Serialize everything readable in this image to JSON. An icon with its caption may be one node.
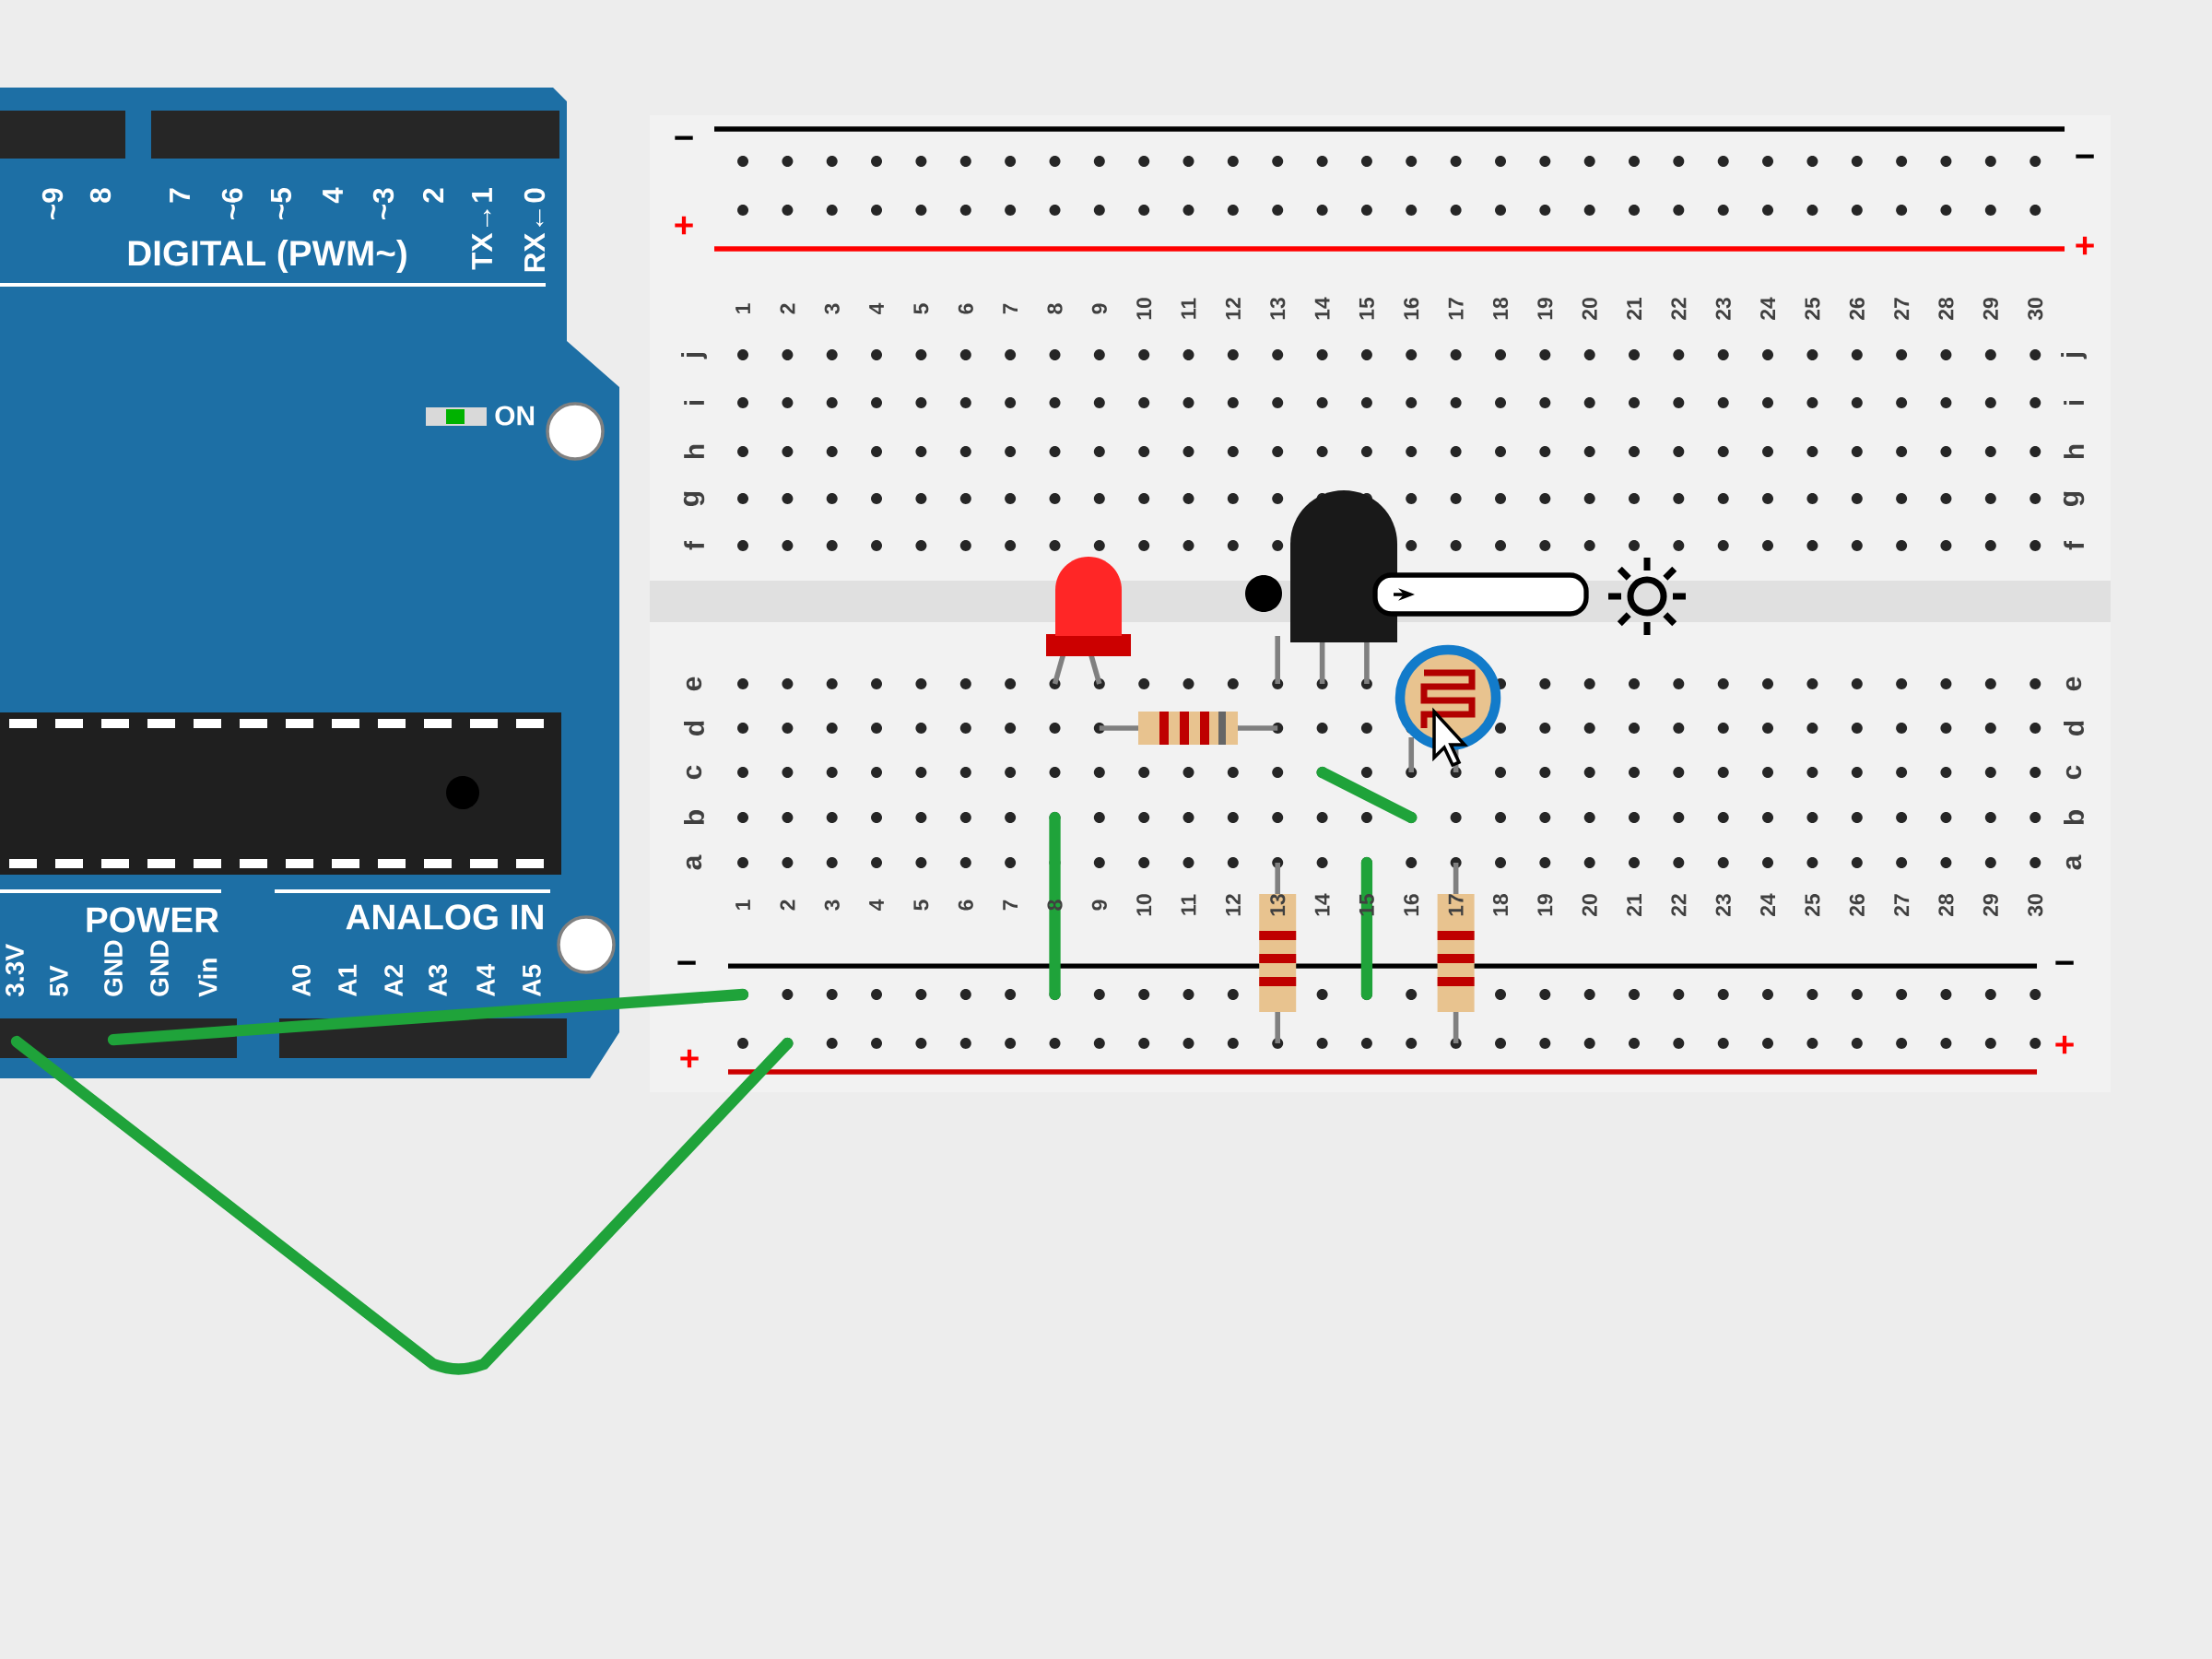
{
  "diagram": {
    "labels": [
      "~9",
      "8",
      "7",
      "~6",
      "~5",
      "4",
      "~3",
      "2",
      "TX→1",
      "RX←0",
      "DIGITAL (PWM~)",
      "ON",
      "POWER",
      "ANALOG IN",
      "3.3V",
      "5V",
      "GND",
      "GND",
      "Vin",
      "A0",
      "A1",
      "A2",
      "A3",
      "A4",
      "A5",
      "−",
      "+",
      "−",
      "+",
      "1",
      "2",
      "3",
      "4",
      "5",
      "6",
      "7",
      "8",
      "9",
      "10",
      "11",
      "12",
      "13",
      "14",
      "15",
      "16",
      "17",
      "18",
      "19",
      "20",
      "21",
      "22",
      "23",
      "24",
      "25",
      "26",
      "27",
      "28",
      "29",
      "30",
      "j",
      "i",
      "h",
      "g",
      "f",
      "j",
      "i",
      "h",
      "g",
      "f",
      "e",
      "d",
      "c",
      "b",
      "a",
      "e",
      "d",
      "c",
      "b",
      "a",
      "1",
      "2",
      "3",
      "4",
      "5",
      "6",
      "7",
      "8",
      "9",
      "10",
      "11",
      "12",
      "13",
      "14",
      "15",
      "16",
      "17",
      "18",
      "19",
      "20",
      "21",
      "22",
      "23",
      "24",
      "25",
      "26",
      "27",
      "28",
      "29",
      "30",
      "−",
      "+",
      "−",
      "+"
    ]
  }
}
